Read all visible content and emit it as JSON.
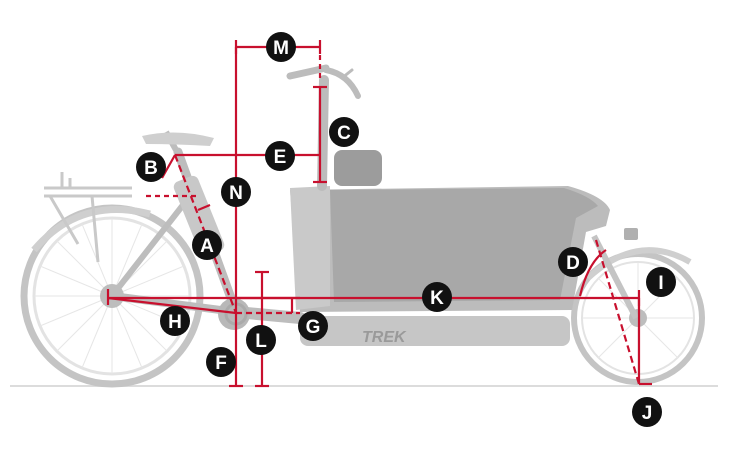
{
  "colors": {
    "measure": "#c8102e",
    "badge": "#111111",
    "badge_text": "#ffffff",
    "bike_light": "#d9d9d9",
    "bike_mid": "#b3b3b3",
    "bike_dark": "#8c8c8c",
    "ground": "#dcdcdc"
  },
  "brand_mark": "TREK",
  "labels": [
    {
      "id": "A",
      "text": "A"
    },
    {
      "id": "B",
      "text": "B"
    },
    {
      "id": "C",
      "text": "C"
    },
    {
      "id": "D",
      "text": "D"
    },
    {
      "id": "E",
      "text": "E"
    },
    {
      "id": "F",
      "text": "F"
    },
    {
      "id": "G",
      "text": "G"
    },
    {
      "id": "H",
      "text": "H"
    },
    {
      "id": "I",
      "text": "I"
    },
    {
      "id": "J",
      "text": "J"
    },
    {
      "id": "K",
      "text": "K"
    },
    {
      "id": "L",
      "text": "L"
    },
    {
      "id": "M",
      "text": "M"
    },
    {
      "id": "N",
      "text": "N"
    }
  ]
}
